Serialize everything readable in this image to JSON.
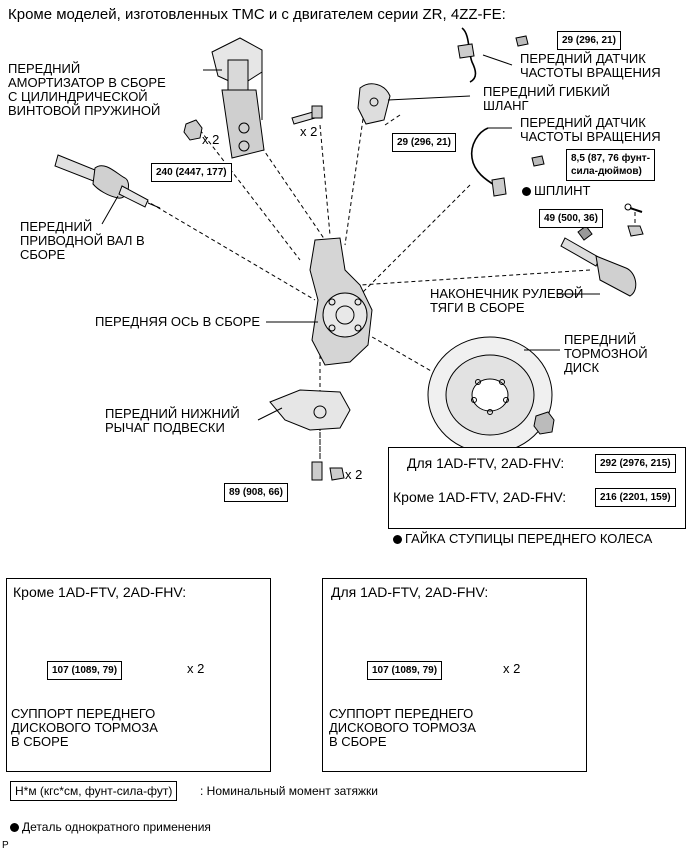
{
  "title": "Кроме моделей, изготовленных TMC и с двигателем серии ZR, 4ZZ-FE:",
  "labels": {
    "strut": "ПЕРЕДНИЙ\nАМОРТИЗАТОР В СБОРЕ\nС ЦИЛИНДРИЧЕСКОЙ\nВИНТОВОЙ ПРУЖИНОЙ",
    "speed_sensor_1": "ПЕРЕДНИЙ ДАТЧИК\nЧАСТОТЫ ВРАЩЕНИЯ",
    "flex_hose": "ПЕРЕДНИЙ ГИБКИЙ\nШЛАНГ",
    "speed_sensor_2": "ПЕРЕДНИЙ ДАТЧИК\nЧАСТОТЫ ВРАЩЕНИЯ",
    "cotter_pin": "ШПЛИНТ",
    "drive_shaft": "ПЕРЕДНИЙ\nПРИВОДНОЙ ВАЛ В\nСБОРЕ",
    "tie_rod_end": "НАКОНЕЧНИК РУЛЕВОЙ\nТЯГИ В СБОРЕ",
    "axle": "ПЕРЕДНЯЯ ОСЬ В СБОРЕ",
    "brake_disc": "ПЕРЕДНИЙ\nТОРМОЗНОЙ\nДИСК",
    "lower_arm": "ПЕРЕДНИЙ НИЖНИЙ\nРЫЧАГ ПОДВЕСКИ",
    "hub_nut": "ГАЙКА СТУПИЦЫ ПЕРЕДНЕГО КОЛЕСА",
    "caliper_left": "СУППОРТ ПЕРЕДНЕГО\nДИСКОВОГО ТОРМОЗА\nВ СБОРЕ",
    "caliper_right": "СУППОРТ ПЕРЕДНЕГО\nДИСКОВОГО ТОРМОЗА\nВ СБОРЕ"
  },
  "torques": {
    "t1": "29 (296, 21)",
    "t2": "29 (296, 21)",
    "t3": "8,5 (87, 76 фунт-\nсила-дюймов)",
    "t4": "49 (500, 36)",
    "t5": "240 (2447, 177)",
    "t6": "89 (908, 66)",
    "t7": "292 (2976, 215)",
    "t8": "216 (2201, 159)",
    "t9": "107 (1089, 79)",
    "t10": "107 (1089, 79)"
  },
  "multipliers": {
    "m1": "x 2",
    "m2": "x 2",
    "m3": "x 2",
    "m4": "x 2",
    "m5": "x 2"
  },
  "hub_box": {
    "row1_label": "Для 1AD-FTV, 2AD-FHV:",
    "row2_label": "Кроме 1AD-FTV, 2AD-FHV:"
  },
  "inset_left_title": "Кроме 1AD-FTV, 2AD-FHV:",
  "inset_right_title": "Для 1AD-FTV, 2AD-FHV:",
  "legend": {
    "torque_unit": "Н*м (кгс*см, фунт-сила-фут)",
    "torque_desc": ": Номинальный момент затяжки",
    "single_use": "Деталь однократного применения"
  },
  "corner_mark": "P"
}
